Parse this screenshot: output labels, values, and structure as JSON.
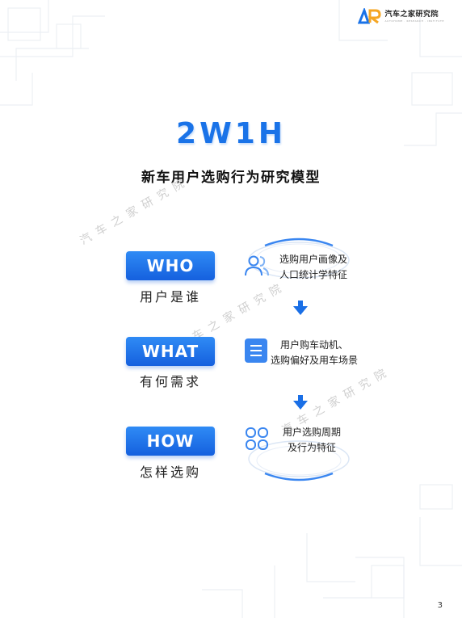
{
  "brand": {
    "name": "汽车之家研究院",
    "subtitle": "AUTOHOME · RESEARCH · INSTITUTE",
    "accent": "#1a73e8",
    "logo_color": "#f5a623"
  },
  "header": {
    "title": "2W1H",
    "subtitle": "新车用户选购行为研究模型"
  },
  "watermark": "汽车之家研究院",
  "items": [
    {
      "badge": "WHO",
      "label": "用户是谁",
      "icon": "users-icon",
      "desc_lines": [
        "选购用户画像及",
        "人口统计学特征"
      ]
    },
    {
      "badge": "WHAT",
      "label": "有何需求",
      "icon": "list-icon",
      "desc_lines": [
        "用户购车动机、",
        "选购偏好及用车场景"
      ]
    },
    {
      "badge": "HOW",
      "label": "怎样选购",
      "icon": "grid-icon",
      "desc_lines": [
        "用户选购周期",
        "及行为特征"
      ]
    }
  ],
  "page_number": "3"
}
